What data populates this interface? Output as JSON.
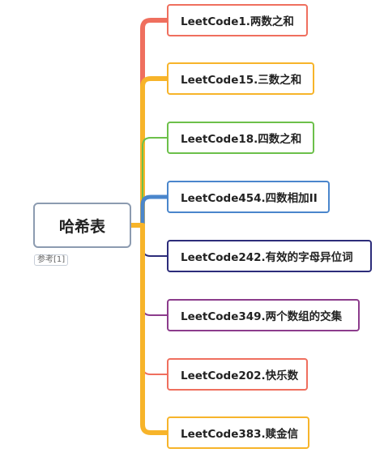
{
  "root": {
    "label": "哈希表",
    "reference": "参考[1]"
  },
  "children": [
    {
      "label": "LeetCode1.两数之和",
      "color": "#ef6f5e"
    },
    {
      "label": "LeetCode15.三数之和",
      "color": "#f7b42a"
    },
    {
      "label": "LeetCode18.四数之和",
      "color": "#6cc04a"
    },
    {
      "label": "LeetCode454.四数相加II",
      "color": "#4a86cc"
    },
    {
      "label": "LeetCode242.有效的字母异位词",
      "color": "#2c2c7a"
    },
    {
      "label": "LeetCode349.两个数组的交集",
      "color": "#8c3c8c"
    },
    {
      "label": "LeetCode202.快乐数",
      "color": "#ef6f5e"
    },
    {
      "label": "LeetCode383.赎金信",
      "color": "#f7b42a"
    }
  ]
}
